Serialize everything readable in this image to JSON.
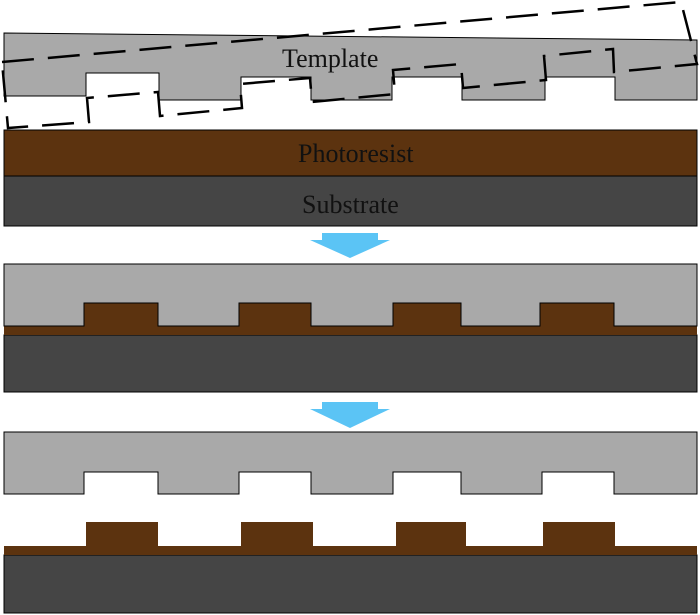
{
  "labels": {
    "template": "Template",
    "photoresist": "Photoresist",
    "substrate": "Substrate"
  },
  "colors": {
    "template": "#a9a9a9",
    "photoresist": "#5c330f",
    "substrate": "#454545",
    "arrow": "#5bc4f5",
    "outline": "#000000"
  },
  "steps": [
    {
      "name": "template-aligned-over-resist"
    },
    {
      "name": "template-pressed-into-resist"
    },
    {
      "name": "template-released"
    }
  ]
}
